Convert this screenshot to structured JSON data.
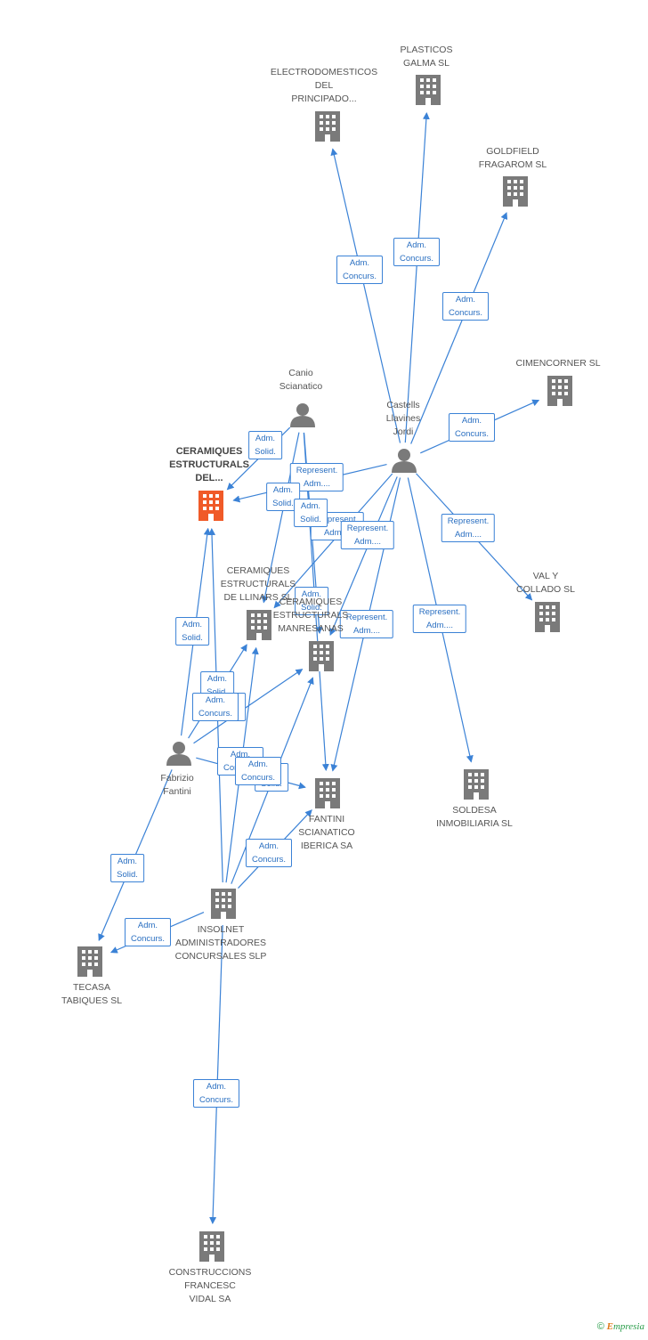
{
  "colors": {
    "edge": "#3b82d6",
    "building": "#7a7a7a",
    "focus": "#f05a28",
    "person": "#7a7a7a"
  },
  "nodes": [
    {
      "id": "electro",
      "kind": "company",
      "label": "ELECTRODOMESTICOS\nDEL\nPRINCIPADO..."
    },
    {
      "id": "plasticos",
      "kind": "company",
      "label": "PLASTICOS\nGALMA SL"
    },
    {
      "id": "goldfield",
      "kind": "company",
      "label": "GOLDFIELD\nFRAGAROM SL"
    },
    {
      "id": "cimencorner",
      "kind": "company",
      "label": "CIMENCORNER SL"
    },
    {
      "id": "canio",
      "kind": "person",
      "label": "Canio\nScianatico"
    },
    {
      "id": "castells",
      "kind": "person",
      "label": "Castells\nLlavines\nJordi"
    },
    {
      "id": "ceramdel",
      "kind": "focus",
      "label": "CERAMIQUES\nESTRUCTURALS\nDEL..."
    },
    {
      "id": "ceramllinars",
      "kind": "company",
      "label": "CERAMIQUES\nESTRUCTURALS\nDE LLINARS SL"
    },
    {
      "id": "ceramman",
      "kind": "company",
      "label": "CERAMIQUES\nESTRUCTURALS\nMANRESANAS"
    },
    {
      "id": "valcollado",
      "kind": "company",
      "label": "VAL Y\nCOLLADO SL"
    },
    {
      "id": "fabrizio",
      "kind": "person",
      "label": "Fabrizio\nFantini"
    },
    {
      "id": "fantini",
      "kind": "company",
      "label": "FANTINI\nSCIANATICO\nIBERICA SA"
    },
    {
      "id": "soldesa",
      "kind": "company",
      "label": "SOLDESA\nINMOBILIARIA SL"
    },
    {
      "id": "insolnet",
      "kind": "company",
      "label": "INSOLNET\nADMINISTRADORES\nCONCURSALES SLP"
    },
    {
      "id": "tecasa",
      "kind": "company",
      "label": "TECASA\nTABIQUES SL"
    },
    {
      "id": "construccions",
      "kind": "company",
      "label": "CONSTRUCCIONS\nFRANCESC\nVIDAL SA"
    }
  ],
  "edges": [
    {
      "from": "castells",
      "to": "electro",
      "label": "Adm.\nConcurs."
    },
    {
      "from": "castells",
      "to": "plasticos",
      "label": "Adm.\nConcurs."
    },
    {
      "from": "castells",
      "to": "goldfield",
      "label": "Adm.\nConcurs."
    },
    {
      "from": "castells",
      "to": "cimencorner",
      "label": "Adm.\nConcurs."
    },
    {
      "from": "castells",
      "to": "ceramdel",
      "label": "Represent.\nAdm...."
    },
    {
      "from": "castells",
      "to": "ceramllinars",
      "label": "Represent.\nAdm...."
    },
    {
      "from": "castells",
      "to": "ceramman",
      "label": "Represent.\nAdm...."
    },
    {
      "from": "castells",
      "to": "fantini",
      "label": "Represent.\nAdm...."
    },
    {
      "from": "castells",
      "to": "valcollado",
      "label": "Represent.\nAdm...."
    },
    {
      "from": "castells",
      "to": "soldesa",
      "label": "Represent.\nAdm...."
    },
    {
      "from": "canio",
      "to": "ceramdel",
      "label": "Adm.\nSolid."
    },
    {
      "from": "canio",
      "to": "ceramllinars",
      "label": "Adm.\nSolid."
    },
    {
      "from": "canio",
      "to": "ceramman",
      "label": "Adm.\nSolid."
    },
    {
      "from": "canio",
      "to": "fantini",
      "label": "Adm.\nSolid."
    },
    {
      "from": "fabrizio",
      "to": "ceramdel",
      "label": "Adm.\nSolid."
    },
    {
      "from": "fabrizio",
      "to": "ceramllinars",
      "label": "Adm.\nSolid."
    },
    {
      "from": "fabrizio",
      "to": "ceramman",
      "label": "Adm.\nSolid."
    },
    {
      "from": "fabrizio",
      "to": "fantini",
      "label": "Adm.\nSolid."
    },
    {
      "from": "fabrizio",
      "to": "tecasa",
      "label": "Adm.\nSolid."
    },
    {
      "from": "insolnet",
      "to": "ceramdel",
      "label": "Adm.\nConcurs."
    },
    {
      "from": "insolnet",
      "to": "ceramllinars",
      "label": "Adm.\nConcurs."
    },
    {
      "from": "insolnet",
      "to": "ceramman",
      "label": "Adm.\nConcurs."
    },
    {
      "from": "insolnet",
      "to": "fantini",
      "label": "Adm.\nConcurs."
    },
    {
      "from": "insolnet",
      "to": "tecasa",
      "label": "Adm.\nConcurs."
    },
    {
      "from": "insolnet",
      "to": "construccions",
      "label": "Adm.\nConcurs."
    }
  ],
  "footer": {
    "copyright": "©",
    "brand_initial": "E",
    "brand_rest": "mpresia"
  }
}
